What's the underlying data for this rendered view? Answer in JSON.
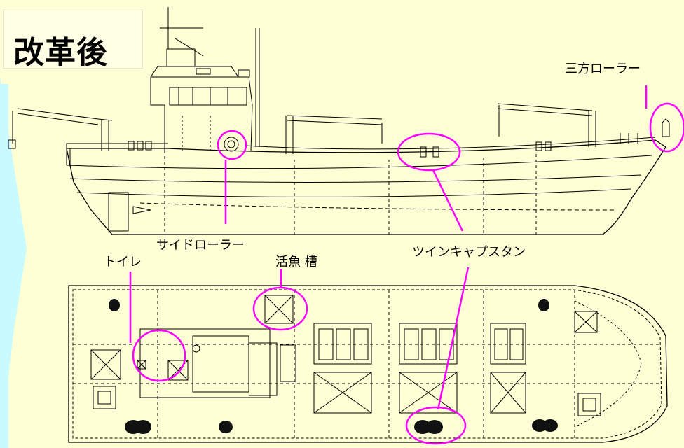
{
  "title": "改革後",
  "labels": {
    "three_way_roller": "三方ローラー",
    "side_roller": "サイドローラー",
    "toilet": "トイレ",
    "live_fish_tank": "活魚 槽",
    "twin_capstan": "ツインキャプスタン"
  },
  "colors": {
    "background": "#FFFFD6",
    "highlight": "#FF00FF",
    "arrow_band": "#C8FAFF",
    "drawing_line": "#000000"
  }
}
